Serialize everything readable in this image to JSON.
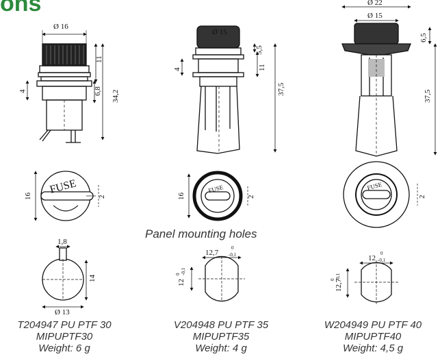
{
  "heading": "ons",
  "panel_title": "Panel mounting holes",
  "models": [
    {
      "part": "T204947 PU PTF 30",
      "code": "MIPUPTF30",
      "weight": "Weight: 6 g",
      "dims": {
        "diam_top": "Ø 16",
        "h11": "11",
        "h4": "4",
        "h68": "6,8",
        "h342": "34,2",
        "face_h": "16",
        "face_side": "2",
        "hole_w": "1,8",
        "hole_h": "14",
        "hole_d": "Ø 13"
      },
      "cap_text": "FUSE"
    },
    {
      "part": "V204948 PU PTF 35",
      "code": "MIPUPTF35",
      "weight": "Weight: 4 g",
      "dims": {
        "diam_top": "Ø 15",
        "h55": "5,5",
        "h11": "11",
        "h4": "4",
        "h375": "37,5",
        "face_h": "16",
        "face_side": "2",
        "hole_w": "12,7",
        "hole_w_tol": "-0,1",
        "hole_w_tol0": "0",
        "hole_h": "12",
        "hole_h_tol": "-0,1",
        "hole_h_tol0": "0"
      },
      "cap_text": "FUSE"
    },
    {
      "part": "W204949 PU PTF 40",
      "code": "MIPUPTF40",
      "weight": "Weight: 4,5 g",
      "dims": {
        "diam_outer": "Ø 22",
        "diam_inner": "Ø 15",
        "h65": "6,5",
        "h375": "37,5",
        "face_side": "2",
        "hole_w": "12",
        "hole_w_tol": "-0,1",
        "hole_w_tol0": "0",
        "hole_h": "12,7",
        "hole_h_tol": "-0,1",
        "hole_h_tol0": "0"
      },
      "cap_text": "FUSE"
    }
  ]
}
